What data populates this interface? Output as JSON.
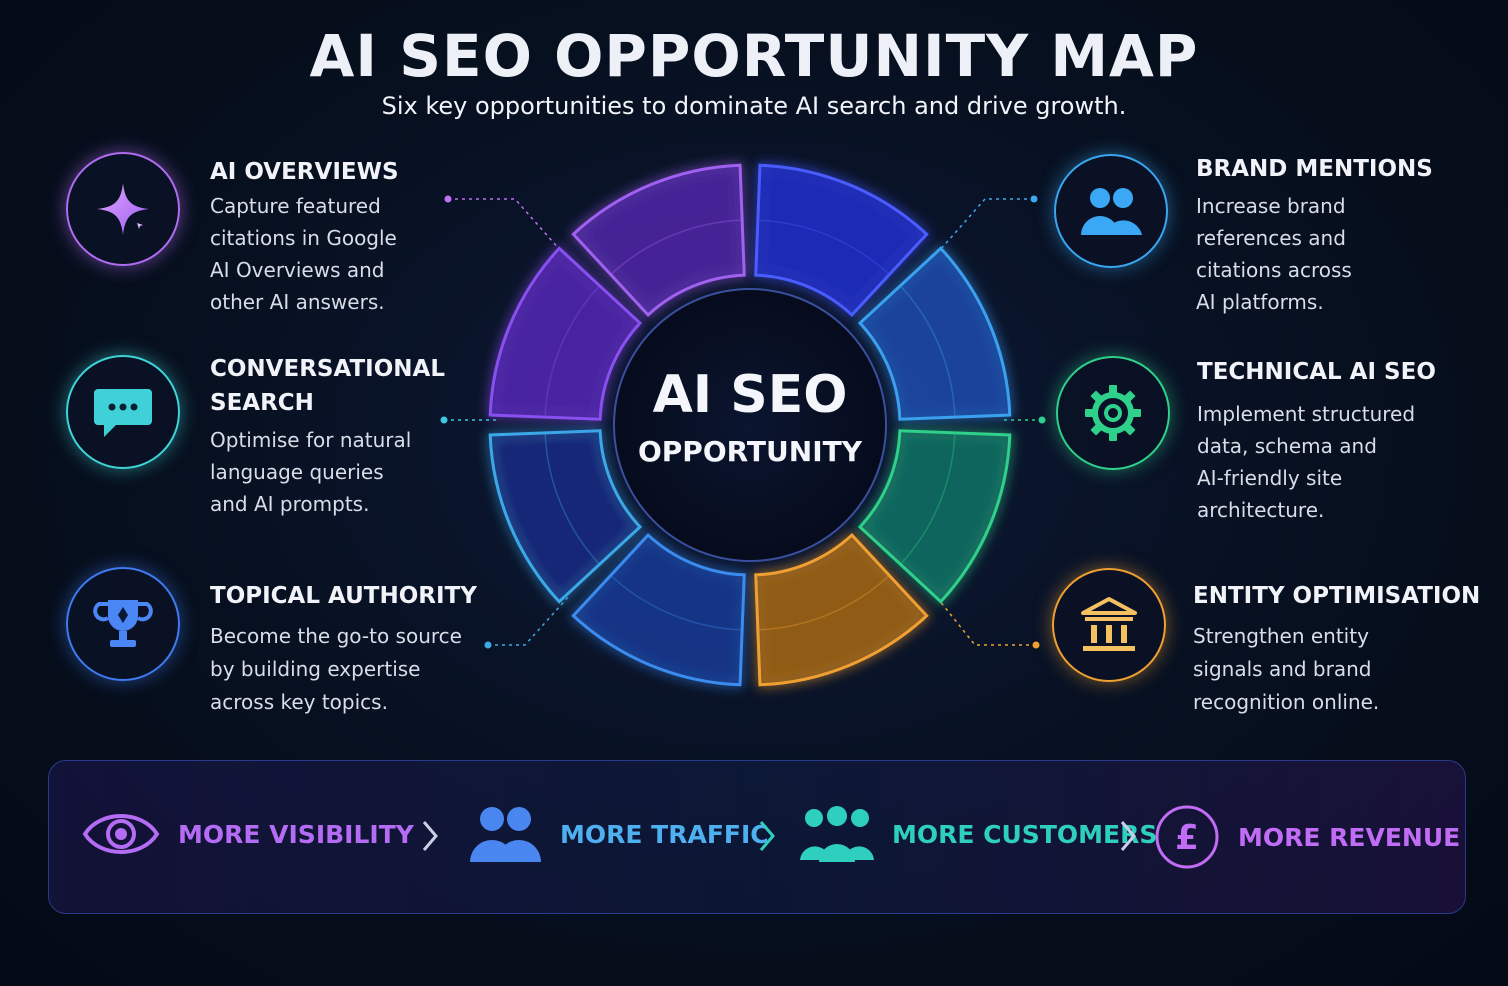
{
  "header": {
    "title": "AI SEO OPPORTUNITY MAP",
    "subtitle": "Six key opportunities to dominate AI search and drive growth."
  },
  "center": {
    "title": "AI SEO",
    "subtitle": "OPPORTUNITY"
  },
  "opportunities": [
    {
      "title": "AI OVERVIEWS",
      "description": "Capture featured\ncitations in Google\nAI Overviews and\nother AI answers.",
      "icon": "sparkle-icon",
      "color": "#b06cf0"
    },
    {
      "title": "CONVERSATIONAL\nSEARCH",
      "description": "Optimise for natural\nlanguage queries\nand AI prompts.",
      "icon": "chat-bubble-icon",
      "color": "#3fd4d8"
    },
    {
      "title": "TOPICAL AUTHORITY",
      "description": "Become the go-to source\nby building expertise\nacross key topics.",
      "icon": "trophy-icon",
      "color": "#3f7af0"
    },
    {
      "title": "BRAND MENTIONS",
      "description": "Increase brand\nreferences and\ncitations across\nAI platforms.",
      "icon": "users-icon",
      "color": "#3aa6f0"
    },
    {
      "title": "TECHNICAL AI SEO",
      "description": "Implement structured\ndata, schema and\nAI-friendly site\narchitecture.",
      "icon": "gear-icon",
      "color": "#2fd08a"
    },
    {
      "title": "ENTITY OPTIMISATION",
      "description": "Strengthen entity\nsignals and brand\nrecognition online.",
      "icon": "bank-building-icon",
      "color": "#f0a030"
    }
  ],
  "growth_steps": [
    {
      "label": "MORE VISIBILITY",
      "icon": "eye-icon",
      "color": "#b46cf4"
    },
    {
      "label": "MORE TRAFFIC",
      "icon": "users-icon",
      "color": "#4a86f0"
    },
    {
      "label": "MORE CUSTOMERS",
      "icon": "group-icon",
      "color": "#2fcfc0"
    },
    {
      "label": "MORE REVENUE",
      "icon": "pound-icon",
      "color": "#c06cf4"
    }
  ]
}
